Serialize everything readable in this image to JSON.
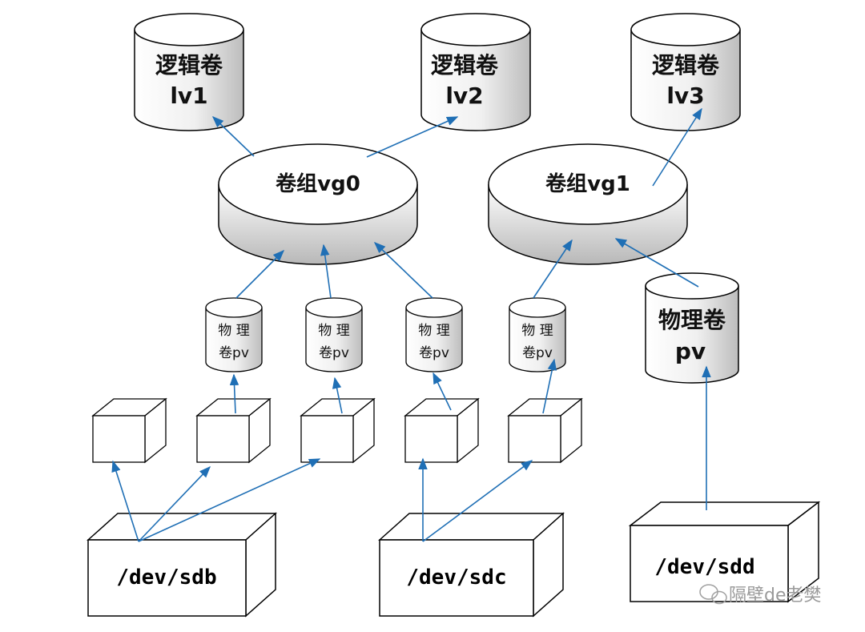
{
  "logical_volumes": [
    {
      "line1": "逻辑卷",
      "line2": "lv1"
    },
    {
      "line1": "逻辑卷",
      "line2": "lv2"
    },
    {
      "line1": "逻辑卷",
      "line2": "lv3"
    }
  ],
  "volume_groups": [
    {
      "label": "卷组vg0"
    },
    {
      "label": "卷组vg1"
    }
  ],
  "physical_volumes_small": [
    {
      "line1": "物 理",
      "line2": "卷pv"
    },
    {
      "line1": "物 理",
      "line2": "卷pv"
    },
    {
      "line1": "物 理",
      "line2": "卷pv"
    },
    {
      "line1": "物 理",
      "line2": "卷pv"
    }
  ],
  "physical_volume_large": {
    "line1": "物理卷",
    "line2": "pv"
  },
  "devices": [
    {
      "label": "/dev/sdb"
    },
    {
      "label": "/dev/sdc"
    },
    {
      "label": "/dev/sdd"
    }
  ],
  "watermark": {
    "text": "隔壁de老樊"
  },
  "colors": {
    "arrow": "#1f6fb5",
    "outline": "#000000",
    "shade_light": "#ffffff",
    "shade_dark": "#c8c8c8"
  }
}
